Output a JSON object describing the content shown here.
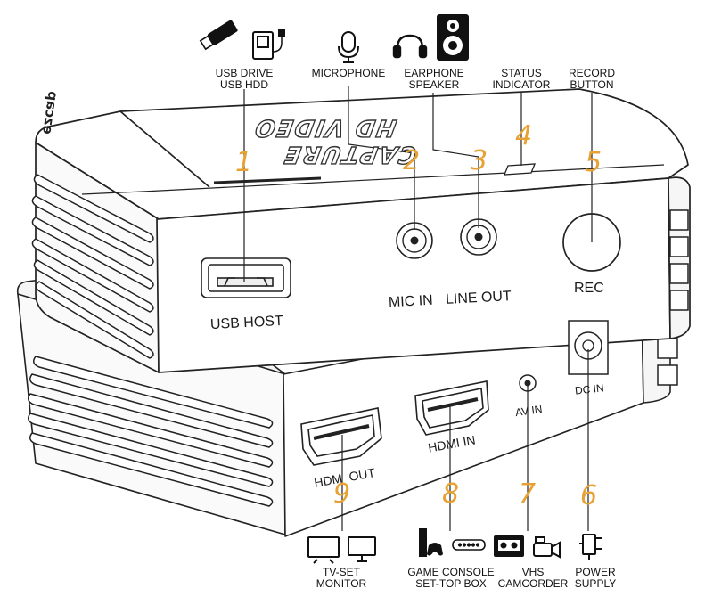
{
  "device": {
    "brand": "ezcap",
    "top_print_line1": "HD VIDEO",
    "top_print_line2": "CAPTURE",
    "accent_color": "#e8a233"
  },
  "ports": {
    "usb_host": "USB HOST",
    "mic_in": "MIC IN",
    "line_out": "LINE OUT",
    "rec": "REC",
    "hdmi_out": "HDM  OUT",
    "hdmi_in": "HDMI IN",
    "av_in": "AV IN",
    "dc_in": "DC IN"
  },
  "callouts": [
    {
      "number": "1",
      "lines": [
        "USB DRIVE",
        "USB HDD"
      ],
      "icons": [
        "usb-stick-icon",
        "hard-drive-icon"
      ]
    },
    {
      "number": "2",
      "lines": [
        "MICROPHONE"
      ],
      "icons": [
        "microphone-icon"
      ]
    },
    {
      "number": "3",
      "lines": [
        "EARPHONE",
        "SPEAKER"
      ],
      "icons": [
        "headphones-icon",
        "speaker-icon"
      ]
    },
    {
      "number": "4",
      "lines": [
        "STATUS",
        "INDICATOR"
      ],
      "icons": []
    },
    {
      "number": "5",
      "lines": [
        "RECORD",
        "BUTTON"
      ],
      "icons": []
    },
    {
      "number": "6",
      "lines": [
        "POWER",
        "SUPPLY"
      ],
      "icons": [
        "power-plug-icon"
      ]
    },
    {
      "number": "7",
      "lines": [
        "VHS",
        "CAMCORDER"
      ],
      "icons": [
        "vhs-tape-icon",
        "camcorder-icon"
      ]
    },
    {
      "number": "8",
      "lines": [
        "GAME CONSOLE",
        "SET-TOP BOX"
      ],
      "icons": [
        "game-console-icon",
        "set-top-box-icon"
      ]
    },
    {
      "number": "9",
      "lines": [
        "TV-SET",
        "MONITOR"
      ],
      "icons": [
        "tv-icon",
        "monitor-icon"
      ]
    }
  ]
}
